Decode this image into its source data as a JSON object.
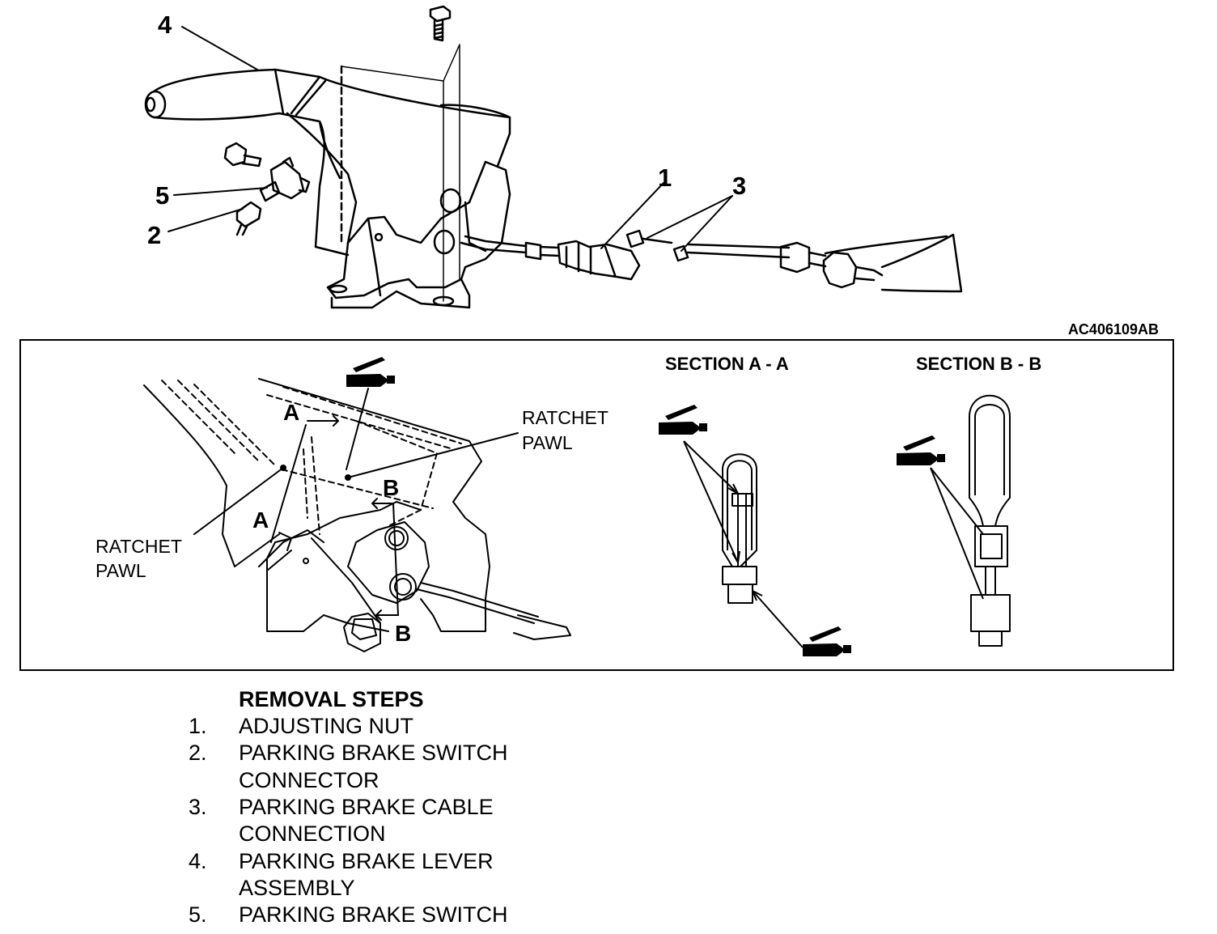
{
  "callouts": [
    "4",
    "5",
    "2",
    "1",
    "3"
  ],
  "figure_code": "AC406109AB",
  "detail": {
    "ratchet_pawl_upper": [
      "RATCHET",
      "PAWL"
    ],
    "ratchet_pawl_left": [
      "RATCHET",
      "PAWL"
    ],
    "section_a": "SECTION A - A",
    "section_b": "SECTION B - B",
    "section_letters": [
      "A",
      "A",
      "B",
      "B"
    ]
  },
  "removal": {
    "heading": "REMOVAL STEPS",
    "steps": [
      {
        "num": "1.",
        "lines": [
          "ADJUSTING NUT"
        ]
      },
      {
        "num": "2.",
        "lines": [
          "PARKING BRAKE SWITCH",
          "CONNECTOR"
        ]
      },
      {
        "num": "3.",
        "lines": [
          "PARKING BRAKE CABLE",
          "CONNECTION"
        ]
      },
      {
        "num": "4.",
        "lines": [
          "PARKING BRAKE LEVER",
          "ASSEMBLY"
        ]
      },
      {
        "num": "5.",
        "lines": [
          "PARKING BRAKE SWITCH"
        ]
      }
    ]
  },
  "icons": [
    "bolt-icon",
    "grease-gun-icon"
  ]
}
